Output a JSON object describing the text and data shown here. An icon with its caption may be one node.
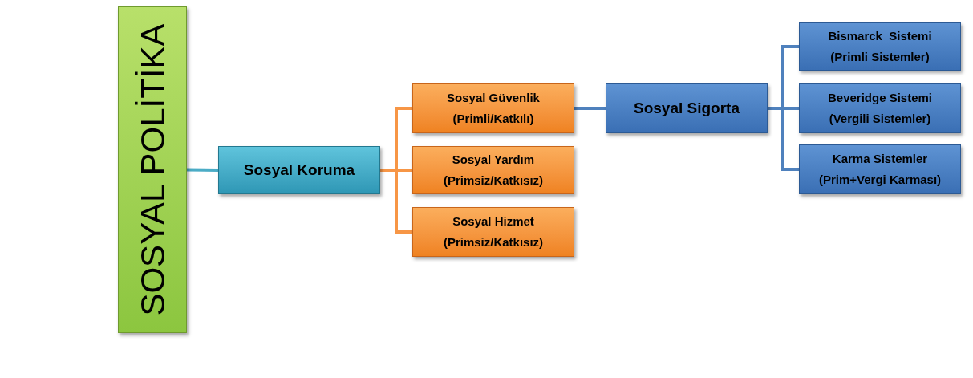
{
  "diagram": {
    "nodes": [
      {
        "text": [
          "SOSYAL POLİTİKA"
        ]
      },
      {
        "text": [
          "Sosyal Koruma"
        ]
      },
      {
        "text": [
          "Sosyal Güvenlik",
          "(Primli/Katkılı)"
        ]
      },
      {
        "text": [
          "Sosyal Yardım",
          "(Primsiz/Katkısız)"
        ]
      },
      {
        "text": [
          "Sosyal Hizmet",
          "(Primsiz/Katkısız)"
        ]
      },
      {
        "text": [
          "Sosyal Sigorta"
        ]
      },
      {
        "text": [
          "Bismarck  Sistemi",
          "(Primli Sistemler)"
        ]
      },
      {
        "text": [
          "Beveridge Sistemi",
          "(Vergili Sistemler)"
        ]
      },
      {
        "text": [
          "Karma Sistemler",
          "(Prim+Vergi Karması)"
        ]
      }
    ],
    "edges": [
      {
        "from": 0,
        "to": 1,
        "arrow": "none",
        "color": "#4bacc6"
      },
      {
        "from": 1,
        "to": 2,
        "arrow": "none",
        "color": "#f79646"
      },
      {
        "from": 1,
        "to": 3,
        "arrow": "none",
        "color": "#f79646"
      },
      {
        "from": 1,
        "to": 4,
        "arrow": "none",
        "color": "#f79646"
      },
      {
        "from": 2,
        "to": 5,
        "arrow": "none"
      },
      {
        "from": 5,
        "to": 6,
        "arrow": "none"
      },
      {
        "from": 5,
        "to": 7,
        "arrow": "none"
      },
      {
        "from": 5,
        "to": 8,
        "arrow": "none"
      }
    ]
  }
}
